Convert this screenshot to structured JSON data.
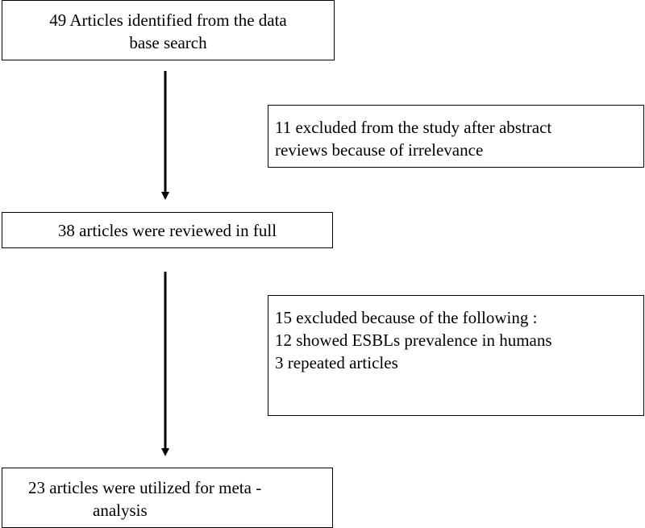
{
  "flow": {
    "identified": {
      "line1": "49 Articles identified from the data",
      "line2": "base search"
    },
    "excluded_abstract": {
      "line1": "11 excluded from the study after abstract",
      "line2": "reviews because of irrelevance"
    },
    "reviewed": {
      "line1": "38 articles were reviewed in full"
    },
    "excluded_full": {
      "line1": "15 excluded because of the following :",
      "line2": "12 showed ESBLs prevalence in humans",
      "line3": "3 repeated articles"
    },
    "utilized": {
      "line1": "23 articles were utilized for meta -",
      "line2": "analysis"
    }
  },
  "colors": {
    "stroke": "#000000",
    "background": "#ffffff",
    "text": "#000000"
  }
}
